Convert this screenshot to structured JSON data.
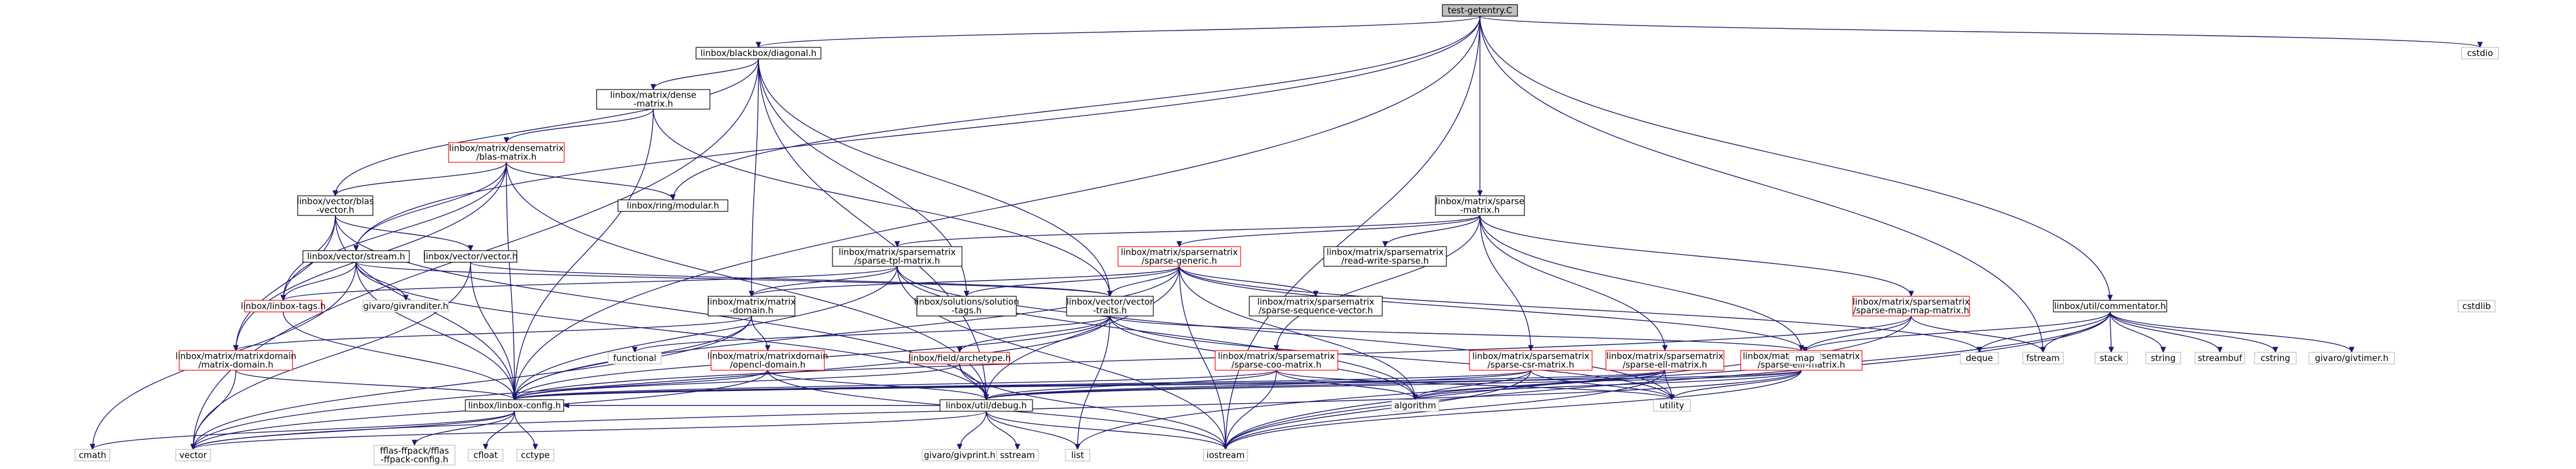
{
  "root": "test-getentry.C",
  "nodes": {
    "test_getentry": [
      "test-getentry.C"
    ],
    "diagonal": [
      "linbox/blackbox/diagonal.h"
    ],
    "cstdio": [
      "cstdio"
    ],
    "dense_matrix": [
      "linbox/matrix/dense",
      "-matrix.h"
    ],
    "blas_matrix": [
      "linbox/matrix/densematrix",
      "/blas-matrix.h"
    ],
    "blas_vector": [
      "linbox/vector/blas",
      "-vector.h"
    ],
    "ring_modular": [
      "linbox/ring/modular.h"
    ],
    "sparse_matrix": [
      "linbox/matrix/sparse",
      "-matrix.h"
    ],
    "vector_stream": [
      "linbox/vector/stream.h"
    ],
    "vector_vector": [
      "linbox/vector/vector.h"
    ],
    "linbox_tags": [
      "linbox/linbox-tags.h"
    ],
    "givranditer": [
      "givaro/givranditer.h"
    ],
    "sparse_tpl": [
      "linbox/matrix/sparsematrix",
      "/sparse-tpl-matrix.h"
    ],
    "sparse_generic": [
      "linbox/matrix/sparsematrix",
      "/sparse-generic.h"
    ],
    "read_write_sparse": [
      "linbox/matrix/sparsematrix",
      "/read-write-sparse.h"
    ],
    "matrix_domain": [
      "linbox/matrix/matrix",
      "-domain.h"
    ],
    "solution_tags": [
      "linbox/solutions/solution",
      "-tags.h"
    ],
    "vector_traits": [
      "linbox/vector/vector",
      "-traits.h"
    ],
    "sparse_sequence_vector": [
      "linbox/matrix/sparsematrix",
      "/sparse-sequence-vector.h"
    ],
    "sparse_map_map": [
      "linbox/matrix/sparsematrix",
      "/sparse-map-map-matrix.h"
    ],
    "commentator": [
      "linbox/util/commentator.h"
    ],
    "cstdlib": [
      "cstdlib"
    ],
    "matrixdomain_matrix_domain": [
      "linbox/matrix/matrixdomain",
      "/matrix-domain.h"
    ],
    "functional": [
      "functional"
    ],
    "opencl_domain": [
      "linbox/matrix/matrixdomain",
      "/opencl-domain.h"
    ],
    "archetype": [
      "linbox/field/archetype.h"
    ],
    "sparse_coo": [
      "linbox/matrix/sparsematrix",
      "/sparse-coo-matrix.h"
    ],
    "sparse_csr": [
      "linbox/matrix/sparsematrix",
      "/sparse-csr-matrix.h"
    ],
    "sparse_ell": [
      "linbox/matrix/sparsematrix",
      "/sparse-ell-matrix.h"
    ],
    "sparse_ellr": [
      "linbox/matrix/sparsematrix",
      "/sparse-ellr-matrix.h"
    ],
    "map": [
      "map"
    ],
    "deque": [
      "deque"
    ],
    "fstream": [
      "fstream"
    ],
    "stack": [
      "stack"
    ],
    "string": [
      "string"
    ],
    "streambuf": [
      "streambuf"
    ],
    "cstring": [
      "cstring"
    ],
    "givtimer": [
      "givaro/givtimer.h"
    ],
    "linbox_config": [
      "linbox/linbox-config.h"
    ],
    "debug": [
      "linbox/util/debug.h"
    ],
    "algorithm": [
      "algorithm"
    ],
    "utility": [
      "utility"
    ],
    "cmath": [
      "cmath"
    ],
    "vector": [
      "vector"
    ],
    "fflas_config": [
      "fflas-ffpack/fflas",
      "-ffpack-config.h"
    ],
    "cfloat": [
      "cfloat"
    ],
    "cctype": [
      "cctype"
    ],
    "givprint": [
      "givaro/givprint.h"
    ],
    "sstream": [
      "sstream"
    ],
    "list": [
      "list"
    ],
    "iostream": [
      "iostream"
    ]
  },
  "colors": {
    "edge": "#191970",
    "root_fill": "#bfbfbf",
    "border_normal": "#000000",
    "border_unresolved": "#ff0000",
    "border_system": "#bfbfbf"
  }
}
